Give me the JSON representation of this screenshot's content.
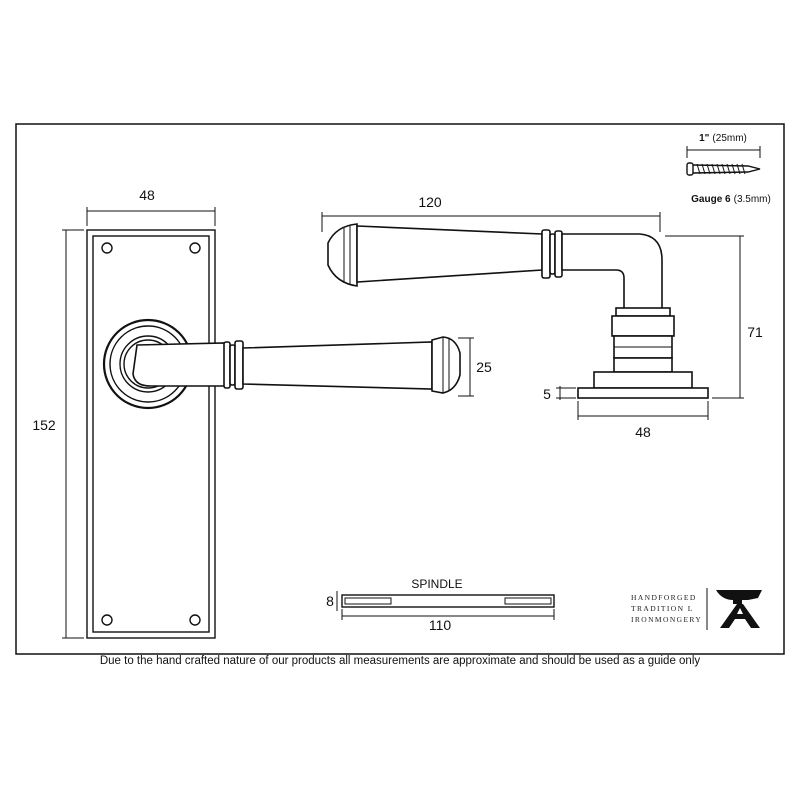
{
  "disclaimer": "Due to the hand crafted nature of our products all measurements are approximate and should be used as a guide only",
  "backplate": {
    "width_label": "48",
    "height_label": "152"
  },
  "front_lever": {
    "grip_label": "25"
  },
  "side_view": {
    "length_label": "120",
    "height_label": "71",
    "rose_thickness_label": "5",
    "rose_width_label": "48"
  },
  "screw": {
    "length_bold": "1\"",
    "length_metric": "(25mm)",
    "gauge_bold": "Gauge 6",
    "gauge_metric": "(3.5mm)"
  },
  "spindle": {
    "title": "SPINDLE",
    "thickness_label": "8",
    "length_label": "110"
  },
  "brand": {
    "line1": "HANDFORGED",
    "line2": "TRADITION L",
    "line3": "IRONMONGERY",
    "logo": "anvil-A-logo"
  }
}
